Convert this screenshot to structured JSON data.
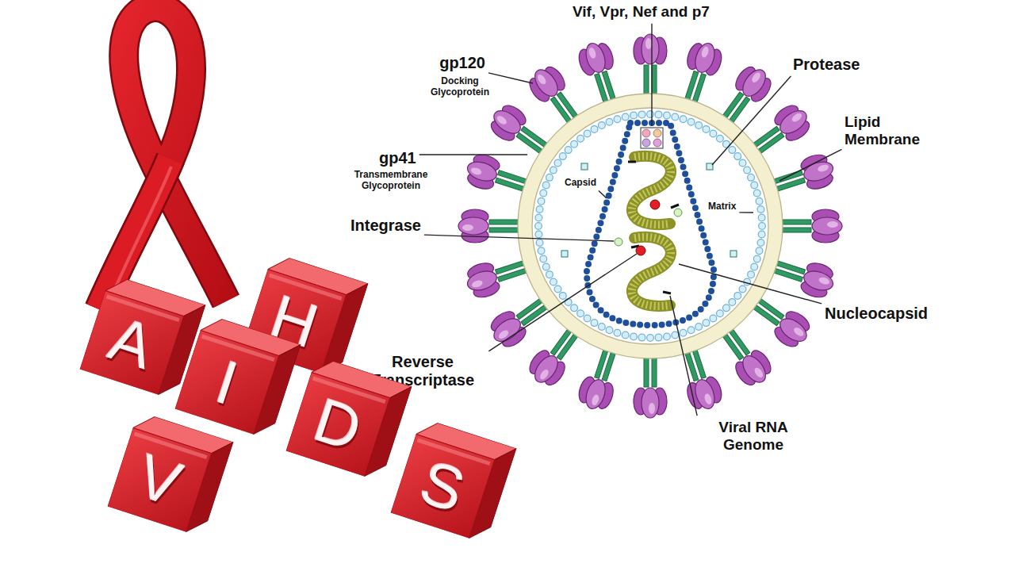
{
  "diagram": {
    "nodes": [
      {
        "text": [
          "A"
        ]
      },
      {
        "text": [
          "H"
        ]
      },
      {
        "text": [
          "I"
        ]
      },
      {
        "text": [
          "D"
        ]
      },
      {
        "text": [
          "V"
        ]
      },
      {
        "text": [
          "S"
        ]
      }
    ],
    "labels": [
      "gp120",
      "Docking Glycoprotein",
      "gp41",
      "Transmembrane Glycoprotein",
      "Vif, Vpr, Nef and p7",
      "Protease",
      "Lipid Membrane",
      "Capsid",
      "Matrix",
      "Integrase",
      "Nucleocapsid",
      "Reverse Transcriptase",
      "Viral RNA Genome"
    ]
  }
}
